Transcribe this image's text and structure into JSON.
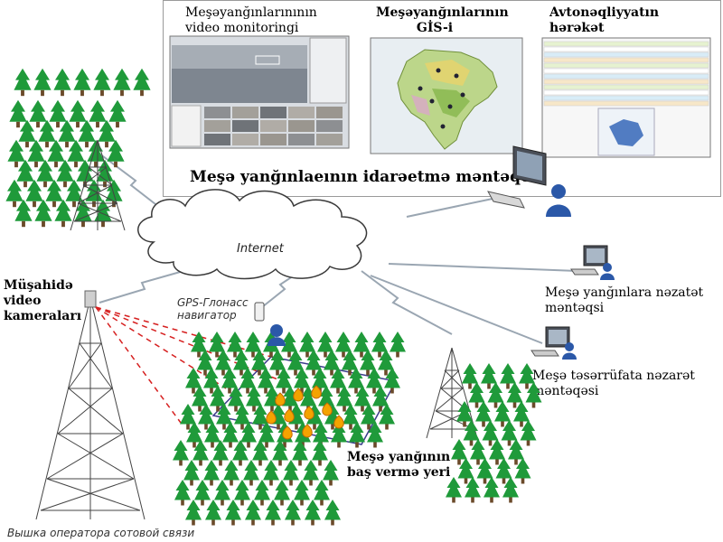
{
  "panel": {
    "title": "Meşə yanğınlaeının idarəetmə məntəqəsi",
    "screens": [
      {
        "title": "Meşəyanğınlarınının video monitoringi"
      },
      {
        "title": "Meşəyanğınlarının GİS-i"
      },
      {
        "title": "Avtonəqliyyatın hərəkət monitorinqi-treniq"
      }
    ]
  },
  "network": {
    "cloud_label": "Internet"
  },
  "stations": [
    {
      "label": "Meşə yanğınlara nəzatət məntəqsi"
    },
    {
      "label": "Meşə təsərrüfata nəzarət məntəqəsi"
    }
  ],
  "labels": {
    "cameras": "Müşahidə video kameraları",
    "gps": "GPS-Глонасс навигатор",
    "fire_place": "Meşə yanğının baş vermə yeri",
    "tower_caption": "Вышка оператора сотовой связи"
  },
  "colors": {
    "tree": "#1f9a3a",
    "trunk": "#6b4a2a",
    "fire": "#f4a300",
    "zone_border": "#3b3b8c",
    "laser": "#d62020",
    "link": "#9aa6b2"
  }
}
